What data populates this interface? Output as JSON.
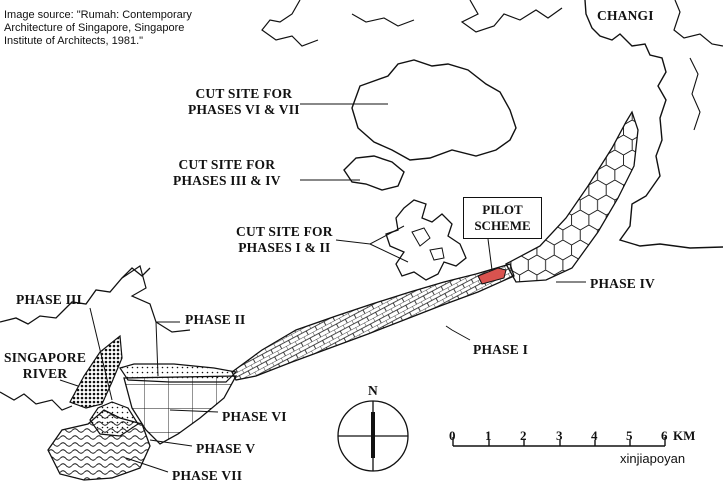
{
  "source_note": [
    "Image source: \"Rumah: Contemporary",
    "Architecture of Singapore, Singapore",
    "Institute of Architects, 1981.\""
  ],
  "place_label": "CHANGI",
  "cut_sites": {
    "phases_vi_vii": [
      "CUT SITE FOR",
      "PHASES VI & VII"
    ],
    "phases_iii_iv": [
      "CUT SITE FOR",
      "PHASES III & IV"
    ],
    "phases_i_ii": [
      "CUT SITE FOR",
      "PHASES I & II"
    ]
  },
  "pilot_scheme": [
    "PILOT",
    "SCHEME"
  ],
  "phases": {
    "phase_i": "PHASE I",
    "phase_ii": "PHASE II",
    "phase_iii": "PHASE III",
    "phase_iv": "PHASE IV",
    "phase_v": "PHASE V",
    "phase_vi": "PHASE VI",
    "phase_vii": "PHASE VII"
  },
  "river_label": [
    "SINGAPORE",
    "RIVER"
  ],
  "north_label": "N",
  "scale_bar": {
    "ticks": [
      "0",
      "1",
      "2",
      "3",
      "4",
      "5",
      "6"
    ],
    "unit": "KM"
  },
  "watermark": "xinjiapoyan",
  "colors": {
    "ink": "#111111",
    "pilot_fill": "#d9534f",
    "background": "#ffffff"
  }
}
